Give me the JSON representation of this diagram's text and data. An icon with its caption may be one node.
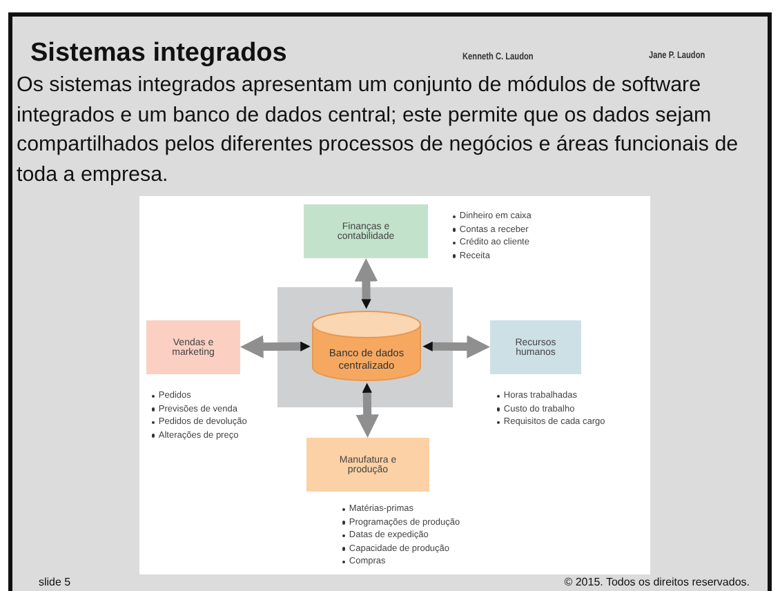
{
  "diagram": {
    "title": "Sistemas integrados",
    "nodes": [
      {
        "text": [
          "Finanças e contabilidade"
        ],
        "beside": [
          "Dinheiro em caixa",
          "Contas a receber",
          "Crédito ao cliente",
          "Receita"
        ]
      },
      {
        "text": [],
        "shape": "box"
      },
      {
        "text": [
          "Vendas e marketing"
        ],
        "beside": [
          "Pedidos",
          "Previsões de venda",
          "Pedidos de devolução",
          "Alterações de preço"
        ]
      },
      {
        "text": [
          "Banco de dados centralizado"
        ],
        "in": 1
      },
      {
        "text": [
          "Recursos humanos"
        ],
        "beside": [
          "Horas trabalhadas",
          "Custo do trabalho",
          "Requisitos de cada cargo"
        ]
      },
      {
        "text": [
          "Manufatura e produção"
        ],
        "beside": [
          "Matérias-primas",
          "Programações de produção",
          "Datas de expedição",
          "Capacidade de produção",
          "Compras"
        ]
      }
    ],
    "edges": [
      {
        "from": 3,
        "to": 0,
        "arrow": "both"
      },
      {
        "from": 3,
        "to": 2,
        "arrow": "both"
      },
      {
        "from": 3,
        "to": 4,
        "arrow": "both"
      },
      {
        "from": 3,
        "to": 5,
        "arrow": "both"
      }
    ],
    "labels": [
      "Kenneth C. Laudon",
      "Jane P. Laudon",
      "Os sistemas integrados apresentam um conjunto de módulos de software integrados e um banco de dados central; este permite que os dados sejam compartilhados pelos diferentes processos de negócios e áreas funcionais de toda a empresa.",
      "slide 5",
      "© 2015. Todos os direitos reservados."
    ]
  }
}
